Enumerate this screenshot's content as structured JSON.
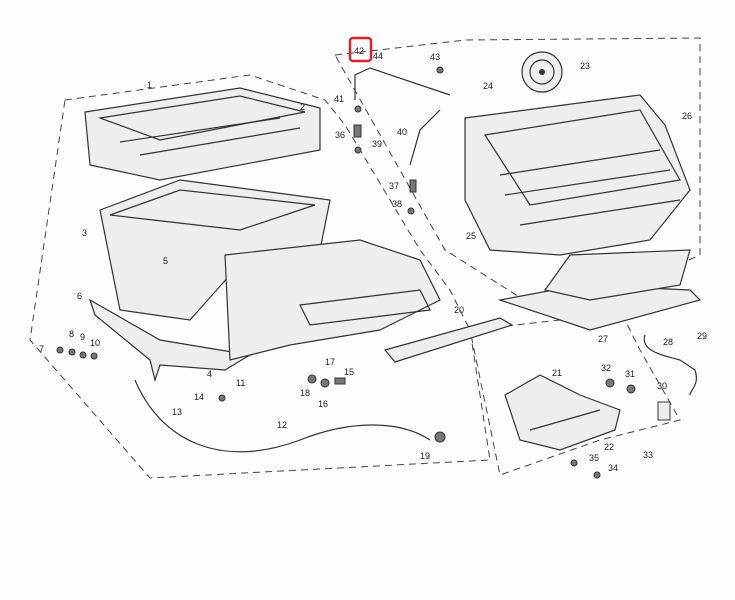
{
  "parts": [
    "1",
    "2",
    "3",
    "4",
    "5",
    "6",
    "7",
    "8",
    "9",
    "10",
    "11",
    "12",
    "13",
    "14",
    "15",
    "16",
    "17",
    "18",
    "19",
    "20",
    "21",
    "22",
    "23",
    "24",
    "25",
    "26",
    "27",
    "28",
    "29",
    "30",
    "31",
    "32",
    "33",
    "34",
    "35",
    "36",
    "37",
    "38",
    "39",
    "40",
    "41",
    "42",
    "43",
    "44"
  ],
  "highlight": {
    "part": "42",
    "color": "#e0202a"
  }
}
